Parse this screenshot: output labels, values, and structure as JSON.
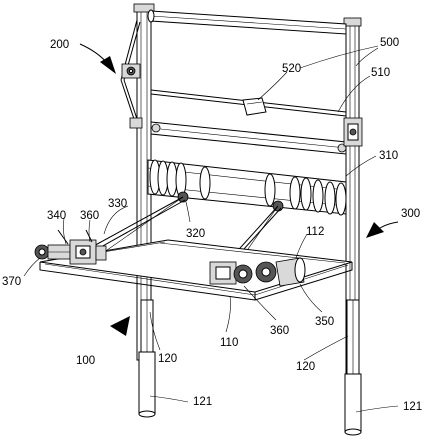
{
  "labels": {
    "l200": "200",
    "l500": "500",
    "l520": "520",
    "l510": "510",
    "l310": "310",
    "l330": "330",
    "l340": "340",
    "l360a": "360",
    "l320": "320",
    "l300": "300",
    "l112": "112",
    "l370": "370",
    "l100": "100",
    "l110": "110",
    "l360b": "360",
    "l350": "350",
    "l120a": "120",
    "l120b": "120",
    "l121a": "121",
    "l121b": "121"
  }
}
